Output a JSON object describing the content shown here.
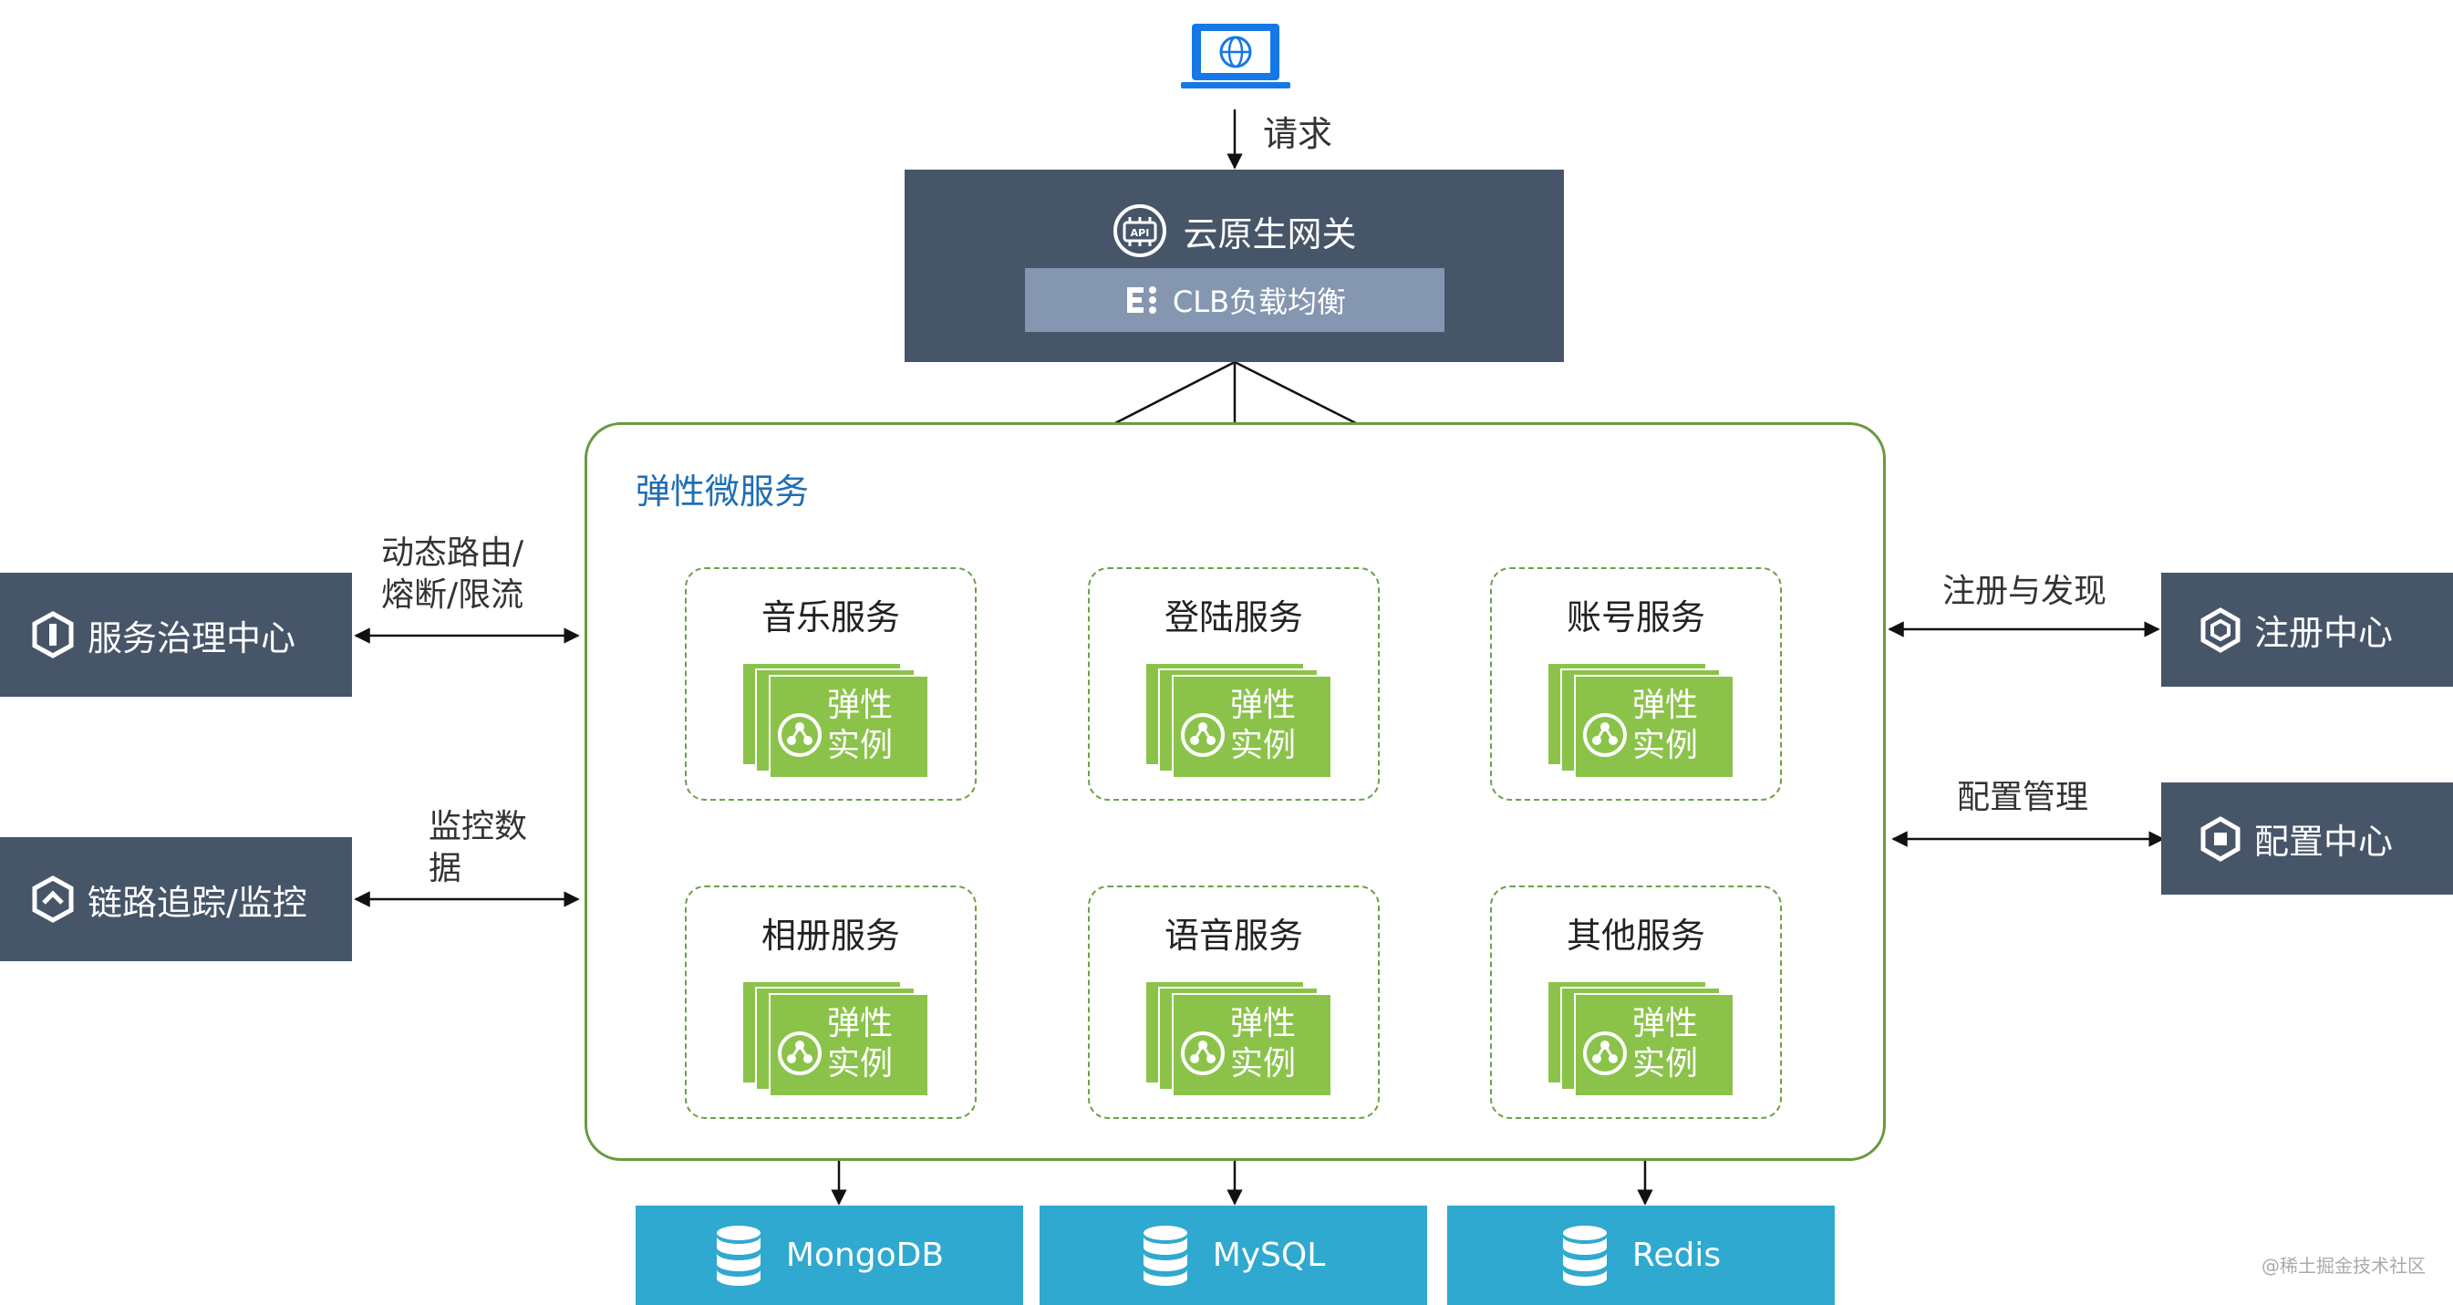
{
  "request": {
    "label": "请求"
  },
  "gateway": {
    "title": "云原生网关",
    "icon_text": "API",
    "clb_label": "CLB负载均衡"
  },
  "cluster": {
    "title": "弹性微服务"
  },
  "services": [
    {
      "name": "音乐服务",
      "instance": "弹性实例"
    },
    {
      "name": "登陆服务",
      "instance": "弹性实例"
    },
    {
      "name": "账号服务",
      "instance": "弹性实例"
    },
    {
      "name": "相册服务",
      "instance": "弹性实例"
    },
    {
      "name": "语音服务",
      "instance": "弹性实例"
    },
    {
      "name": "其他服务",
      "instance": "弹性实例"
    }
  ],
  "instance_label": {
    "line1": "弹性",
    "line2": "实例"
  },
  "left_panels": {
    "governance": {
      "label": "服务治理中心",
      "edge_label_1": "动态路由/",
      "edge_label_2": "熔断/限流"
    },
    "tracing": {
      "label": "链路追踪/监控",
      "edge_label_1": "监控数",
      "edge_label_2": "据"
    }
  },
  "right_panels": {
    "registry": {
      "label": "注册中心",
      "edge_label": "注册与发现"
    },
    "config": {
      "label": "配置中心",
      "edge_label": "配置管理"
    }
  },
  "databases": [
    {
      "name": "MongoDB"
    },
    {
      "name": "MySQL"
    },
    {
      "name": "Redis"
    }
  ],
  "watermark": "@稀土掘金技术社区",
  "colors": {
    "panel_dark": "#475569",
    "clb": "#8597b0",
    "instance_green": "#8bc34a",
    "cluster_border": "#6b9a3e",
    "db_blue": "#2fa9cf",
    "title_blue": "#1f6eb3",
    "client_blue": "#1677e6"
  }
}
